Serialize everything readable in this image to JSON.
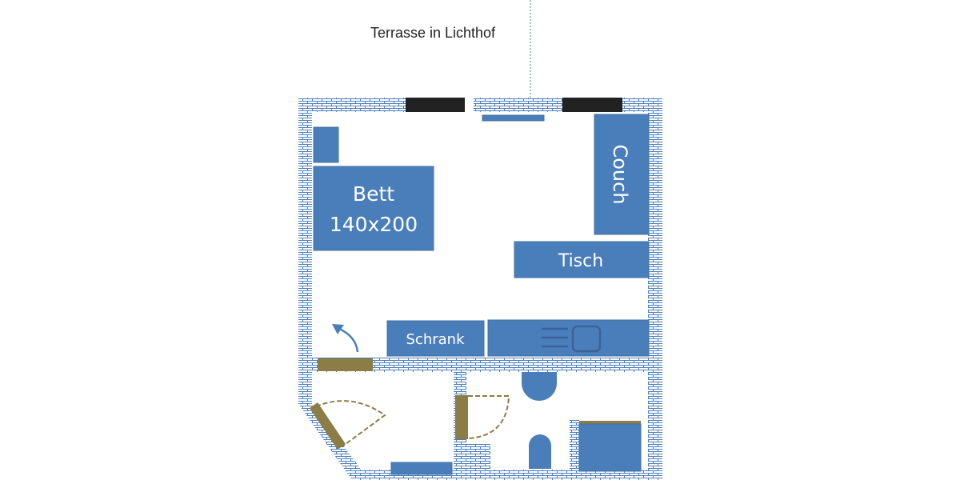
{
  "title": "Terrasse in Lichthof",
  "furniture": {
    "bed_line1": "Bett",
    "bed_line2": "140x200",
    "couch": "Couch",
    "table": "Tisch",
    "wardrobe": "Schrank"
  },
  "colors": {
    "furniture": "#4a7ebb",
    "wall": "#4a7ebb",
    "window": "#222222",
    "door": "#8b7d45"
  }
}
